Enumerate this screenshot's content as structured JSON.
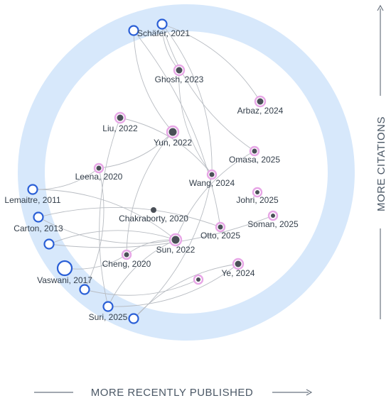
{
  "axes": {
    "x_label": "MORE RECENTLY PUBLISHED",
    "y_label": "MORE CITATIONS"
  },
  "colors": {
    "ring": "#d7e8fb",
    "outer_ring_node_stroke": "#2a5fd6",
    "inner_node_halo": "#e7a6e6",
    "inner_node_fill": "#4a4f57",
    "edge": "#b8bcc2",
    "axis": "#6b7480"
  },
  "nodes": [
    {
      "id": "schafer2021",
      "label": "Schäfer, 2021",
      "kind": "outer"
    },
    {
      "id": "ghosh2023",
      "label": "Ghosh, 2023",
      "kind": "inner"
    },
    {
      "id": "arbaz2024",
      "label": "Arbaz, 2024",
      "kind": "inner"
    },
    {
      "id": "liu2022",
      "label": "Liu, 2022",
      "kind": "inner"
    },
    {
      "id": "yun2022",
      "label": "Yun, 2022",
      "kind": "inner"
    },
    {
      "id": "omasa2025",
      "label": "Omasa, 2025",
      "kind": "inner"
    },
    {
      "id": "leena2020",
      "label": "Leena, 2020",
      "kind": "inner"
    },
    {
      "id": "wang2024",
      "label": "Wang, 2024",
      "kind": "inner"
    },
    {
      "id": "johri2025",
      "label": "Johri, 2025",
      "kind": "inner"
    },
    {
      "id": "lemaitre2011",
      "label": "Lemaitre, 2011",
      "kind": "outer"
    },
    {
      "id": "chakraborty2020",
      "label": "Chakraborty, 2020",
      "kind": "plain"
    },
    {
      "id": "soman2025",
      "label": "Soman, 2025",
      "kind": "inner"
    },
    {
      "id": "carton2013",
      "label": "Carton, 2013",
      "kind": "outer"
    },
    {
      "id": "otto2025",
      "label": "Otto, 2025",
      "kind": "inner"
    },
    {
      "id": "sun2022",
      "label": "Sun, 2022",
      "kind": "inner"
    },
    {
      "id": "cheng2020",
      "label": "Cheng, 2020",
      "kind": "inner"
    },
    {
      "id": "ye2024",
      "label": "Ye, 2024",
      "kind": "inner"
    },
    {
      "id": "vaswani2017",
      "label": "Vaswani, 2017",
      "kind": "outer"
    },
    {
      "id": "suri2025",
      "label": "Suri, 2025",
      "kind": "outer"
    },
    {
      "id": "unlabeled_a",
      "label": "",
      "kind": "outer"
    },
    {
      "id": "unlabeled_b",
      "label": "",
      "kind": "outer"
    },
    {
      "id": "unlabeled_c",
      "label": "",
      "kind": "outer"
    },
    {
      "id": "unlabeled_d",
      "label": "",
      "kind": "outer"
    },
    {
      "id": "unlabeled_e",
      "label": "",
      "kind": "inner"
    }
  ],
  "edges": [
    [
      "schafer2021",
      "ghosh2023"
    ],
    [
      "schafer2021",
      "arbaz2024"
    ],
    [
      "schafer2021",
      "omasa2025"
    ],
    [
      "schafer2021",
      "wang2024"
    ],
    [
      "unlabeled_a",
      "yun2022"
    ],
    [
      "unlabeled_a",
      "otto2025"
    ],
    [
      "ghosh2023",
      "wang2024"
    ],
    [
      "liu2022",
      "wang2024"
    ],
    [
      "liu2022",
      "suri2025"
    ],
    [
      "yun2022",
      "leena2020"
    ],
    [
      "yun2022",
      "cheng2020"
    ],
    [
      "leena2020",
      "unlabeled_d"
    ],
    [
      "lemaitre2011",
      "leena2020"
    ],
    [
      "lemaitre2011",
      "sun2022"
    ],
    [
      "carton2013",
      "sun2022"
    ],
    [
      "carton2013",
      "otto2025"
    ],
    [
      "unlabeled_b",
      "soman2025"
    ],
    [
      "unlabeled_b",
      "sun2022"
    ],
    [
      "vaswani2017",
      "cheng2020"
    ],
    [
      "cheng2020",
      "sun2022"
    ],
    [
      "sun2022",
      "suri2025"
    ],
    [
      "wang2024",
      "unlabeled_c"
    ],
    [
      "omasa2025",
      "sun2022"
    ],
    [
      "ye2024",
      "suri2025"
    ],
    [
      "ye2024",
      "unlabeled_c"
    ],
    [
      "unlabeled_e",
      "unlabeled_d"
    ]
  ]
}
